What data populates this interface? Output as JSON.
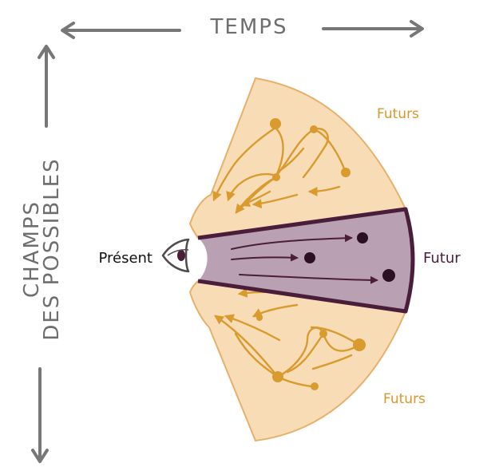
{
  "axes": {
    "horizontal": "TEMPS",
    "vertical_line1": "CHAMPS",
    "vertical_line2": "DES POSSIBLES"
  },
  "labels": {
    "present": "Présent",
    "future_single": "Futur",
    "futures_top": "Futurs",
    "futures_bottom": "Futurs"
  },
  "colors": {
    "cone_fill": "#f8dcb6",
    "cone_stroke": "#e7b06a",
    "dots": "#d99a2e",
    "future_band": "#b9a0b2",
    "future_stroke": "#4a1e3a",
    "axis": "#777777",
    "futurs_text": "#d9962a",
    "futur_text": "#4a1e3a"
  },
  "icons": {
    "eye": "eye-icon"
  }
}
